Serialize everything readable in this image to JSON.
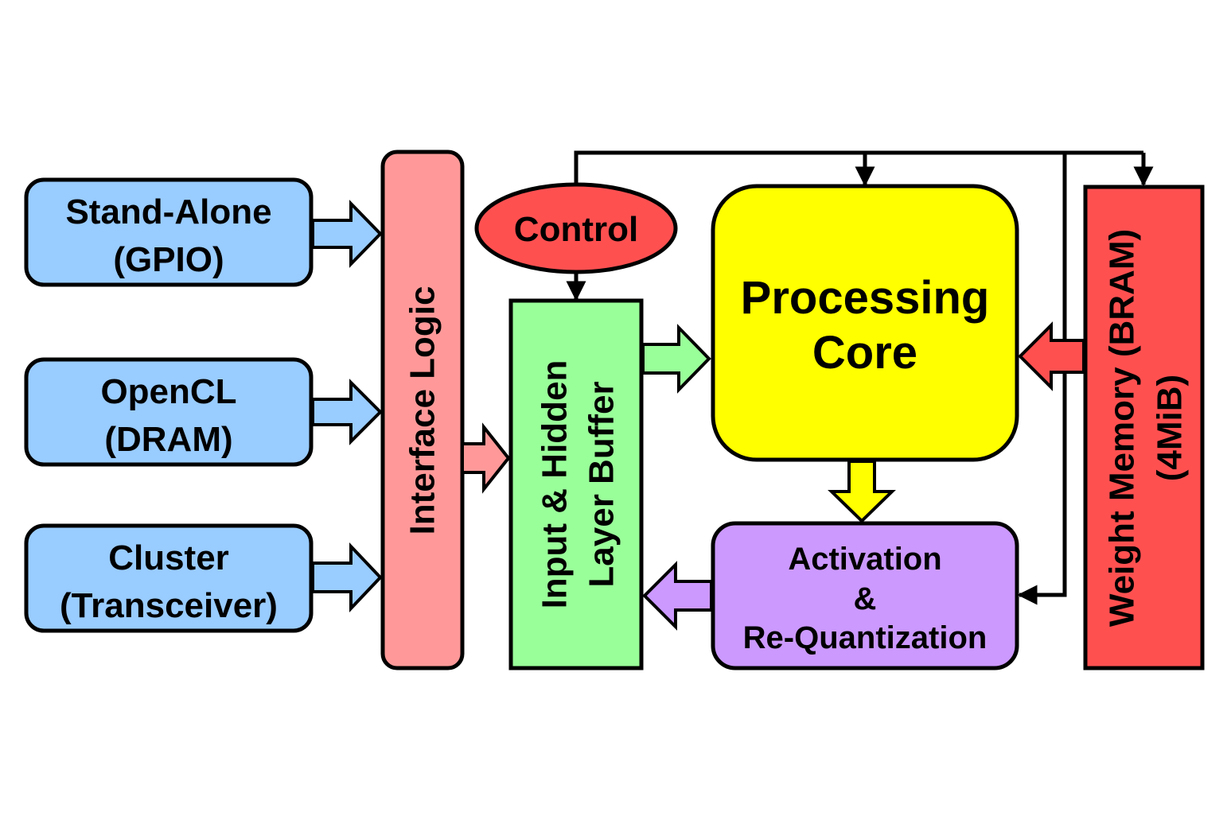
{
  "inputs": {
    "standalone": {
      "line1": "Stand-Alone",
      "line2": "(GPIO)"
    },
    "opencl": {
      "line1": "OpenCL",
      "line2": "(DRAM)"
    },
    "cluster": {
      "line1": "Cluster",
      "line2": "(Transceiver)"
    }
  },
  "interface": {
    "label": "Interface Logic"
  },
  "control": {
    "label": "Control"
  },
  "buffer": {
    "line1": "Input & Hidden",
    "line2": "Layer Buffer"
  },
  "core": {
    "line1": "Processing",
    "line2": "Core"
  },
  "activation": {
    "line1": "Activation",
    "line2": "&",
    "line3": "Re-Quantization"
  },
  "weight": {
    "line1": "Weight Memory (BRAM)",
    "line2": "(4MiB)"
  },
  "colors": {
    "input_blue": "#99ccff",
    "interface_pink": "#ff9999",
    "control_red": "#ff5050",
    "buffer_green": "#99ff99",
    "core_yellow": "#ffff00",
    "activation_purple": "#cc99ff",
    "weight_red": "#ff5050"
  }
}
